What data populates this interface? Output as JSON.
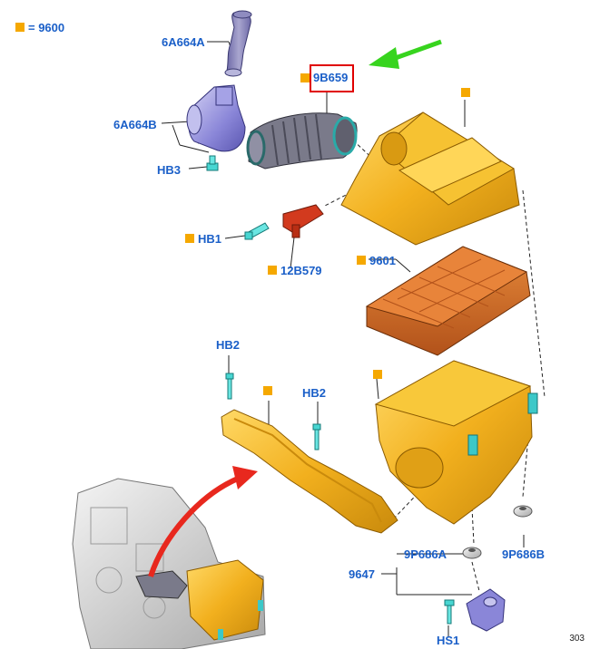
{
  "legend": {
    "symbol_color": "#f5a800",
    "text": "= 9600"
  },
  "labels": {
    "l6A664A": "6A664A",
    "l6A664B": "6A664B",
    "lHB3": "HB3",
    "l9B659": "9B659",
    "lHB1": "HB1",
    "l12B579": "12B579",
    "l9601": "9601",
    "lHB2a": "HB2",
    "lHB2b": "HB2",
    "l9P686A": "9P686A",
    "l9P686B": "9P686B",
    "l9647": "9647",
    "lHS1": "HS1"
  },
  "figure_number": "303",
  "colors": {
    "label": "#1a5fc8",
    "part_yellow": "#f2b01e",
    "part_orange": "#d46a1e",
    "part_purple": "#8a86d8",
    "part_cyan": "#3cc8c8",
    "part_red": "#d23a1e",
    "highlight": "#e00000",
    "arrow_green": "#37d41e",
    "arrow_red": "#e8281e"
  }
}
